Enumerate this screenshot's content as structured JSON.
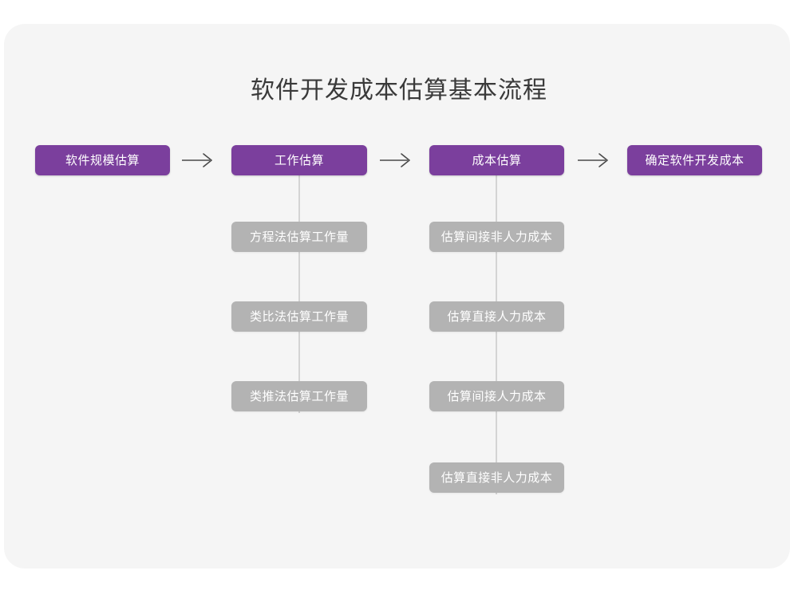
{
  "title": "软件开发成本估算基本流程",
  "theme": {
    "page_background": "#ffffff",
    "card_background": "#f5f5f5",
    "primary_color": "#7b3f9d",
    "secondary_color": "#b3b3b3",
    "title_color": "#3a3a3a",
    "connector_color": "#d4d4d4",
    "arrow_color": "#4a4a4a",
    "node_text_color": "#ffffff"
  },
  "flow": {
    "main_steps": [
      {
        "id": "scale",
        "label": "软件规模估算"
      },
      {
        "id": "effort",
        "label": "工作估算"
      },
      {
        "id": "cost",
        "label": "成本估算"
      },
      {
        "id": "final",
        "label": "确定软件开发成本"
      }
    ],
    "arrows": [
      {
        "id": "arrow-1",
        "glyph": "→"
      },
      {
        "id": "arrow-2",
        "glyph": "→"
      },
      {
        "id": "arrow-3",
        "glyph": "→"
      }
    ],
    "effort_substeps": [
      {
        "id": "equation",
        "label": "方程法估算工作量"
      },
      {
        "id": "analogy",
        "label": "类比法估算工作量"
      },
      {
        "id": "inferred",
        "label": "类推法估算工作量"
      }
    ],
    "cost_substeps": [
      {
        "id": "indirect-nonlabor",
        "label": "估算间接非人力成本"
      },
      {
        "id": "direct-labor",
        "label": "估算直接人力成本"
      },
      {
        "id": "indirect-labor",
        "label": "估算间接人力成本"
      },
      {
        "id": "direct-nonlabor",
        "label": "估算直接非人力成本"
      }
    ]
  }
}
